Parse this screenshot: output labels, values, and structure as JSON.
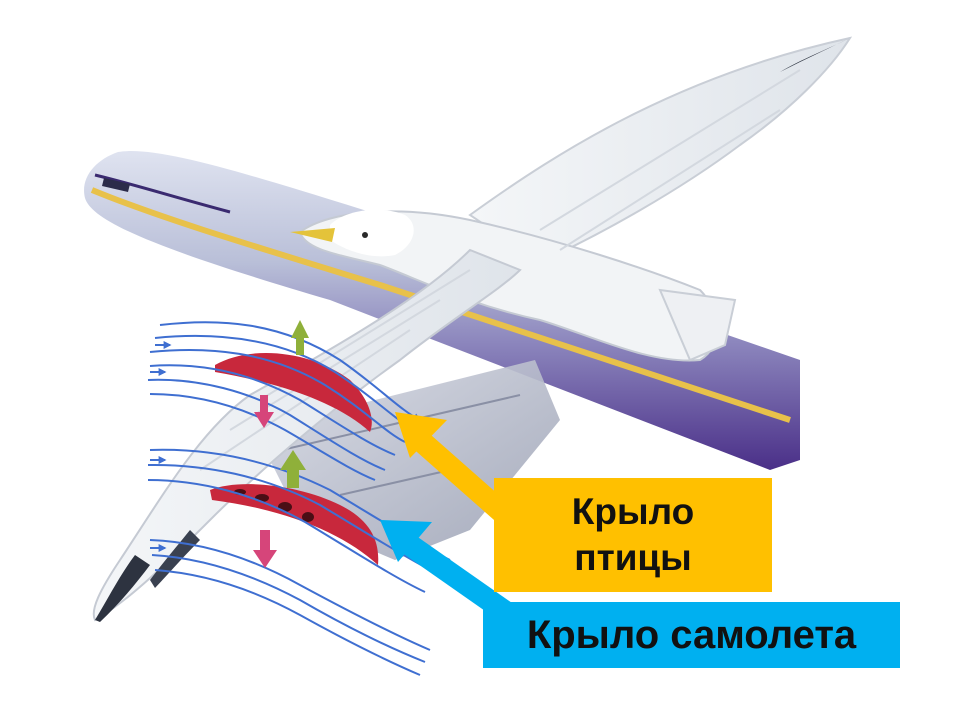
{
  "labels": {
    "bird_wing": "Крыло\nптицы",
    "plane_wing": "Крыло самолета"
  },
  "colors": {
    "bird_label_bg": "#ffc000",
    "plane_label_bg": "#00b0f0",
    "fuselage_purple": "#5a3a96",
    "fuselage_gray": "#b9bfd8",
    "fuselage_stripe": "#e8c14a",
    "airflow_lines": "#3f6fd1",
    "airfoil_red": "#c8283c",
    "lift_arrow": "#8fb03a",
    "down_arrow": "#d6457a"
  },
  "icons": {
    "bird": "seagull-illustration",
    "plane": "airplane-fuselage",
    "airflow": "airflow-streamlines"
  }
}
